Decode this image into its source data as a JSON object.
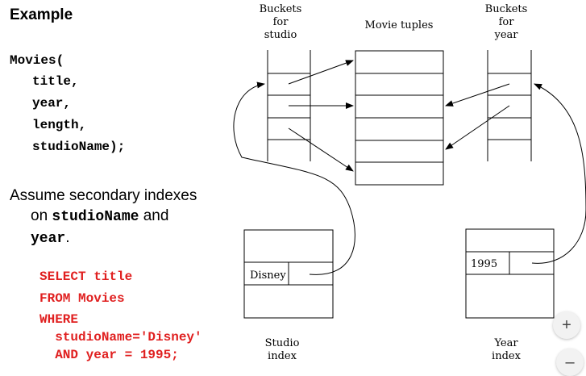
{
  "heading": "Example",
  "schema": {
    "open": "Movies(",
    "attrs": [
      "title,",
      "year,",
      "length,",
      "studioName);"
    ]
  },
  "assumption": {
    "line1": "Assume secondary indexes",
    "line2_pre": "on ",
    "line2_code": "studioName",
    "line2_post": " and",
    "line3_code": "year",
    "line3_post": "."
  },
  "query": {
    "line1": "SELECT title",
    "line2": "FROM Movies",
    "line3": "WHERE",
    "line4": "  studioName='Disney'",
    "line5": "  AND year = 1995;",
    "color": "#e02020"
  },
  "diagram": {
    "buckets_studio_label": [
      "Buckets",
      "for",
      "studio"
    ],
    "movie_tuples_label": "Movie tuples",
    "buckets_year_label": [
      "Buckets",
      "for",
      "year"
    ],
    "studio_index_key": "Disney",
    "year_index_key": "1995",
    "studio_index_label": [
      "Studio",
      "index"
    ],
    "year_index_label": [
      "Year",
      "index"
    ]
  },
  "controls": {
    "zoom_in": "+",
    "zoom_out": "–",
    "zoom_in_icon": "plus-icon",
    "zoom_out_icon": "minus-icon"
  }
}
